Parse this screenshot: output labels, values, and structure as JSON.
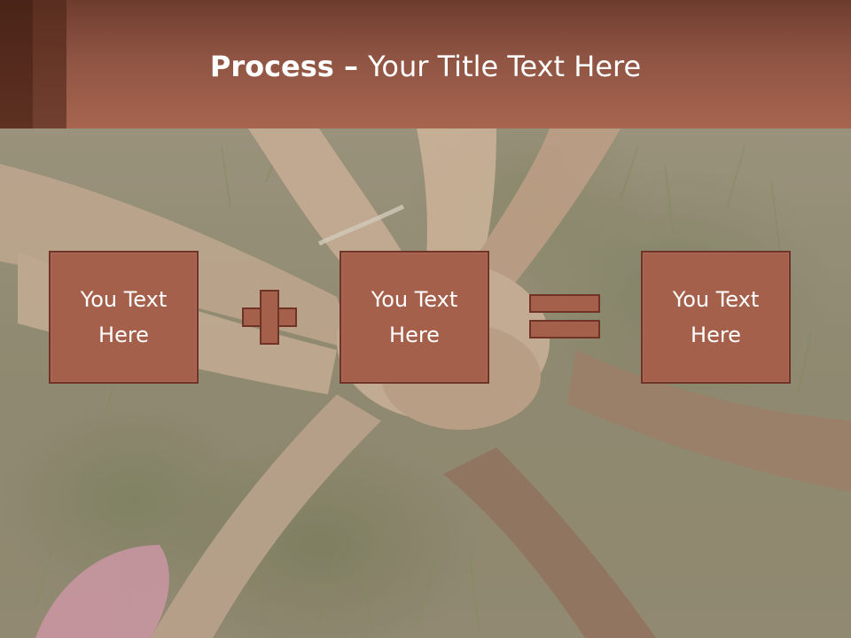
{
  "slide": {
    "title_bold": "Process",
    "title_dash": " – ",
    "title_rest": "Your Title Text Here"
  },
  "process": {
    "boxes": [
      {
        "text": "You Text\nHere"
      },
      {
        "text": "You Text\nHere"
      },
      {
        "text": "You Text\nHere"
      }
    ],
    "operators": [
      "plus-icon",
      "equals-icon"
    ]
  },
  "colors": {
    "header": "#a7654f",
    "header_dark": "#4a2418",
    "box_fill": "#a5604b",
    "box_border": "#6f3426",
    "text": "#ffffff"
  }
}
